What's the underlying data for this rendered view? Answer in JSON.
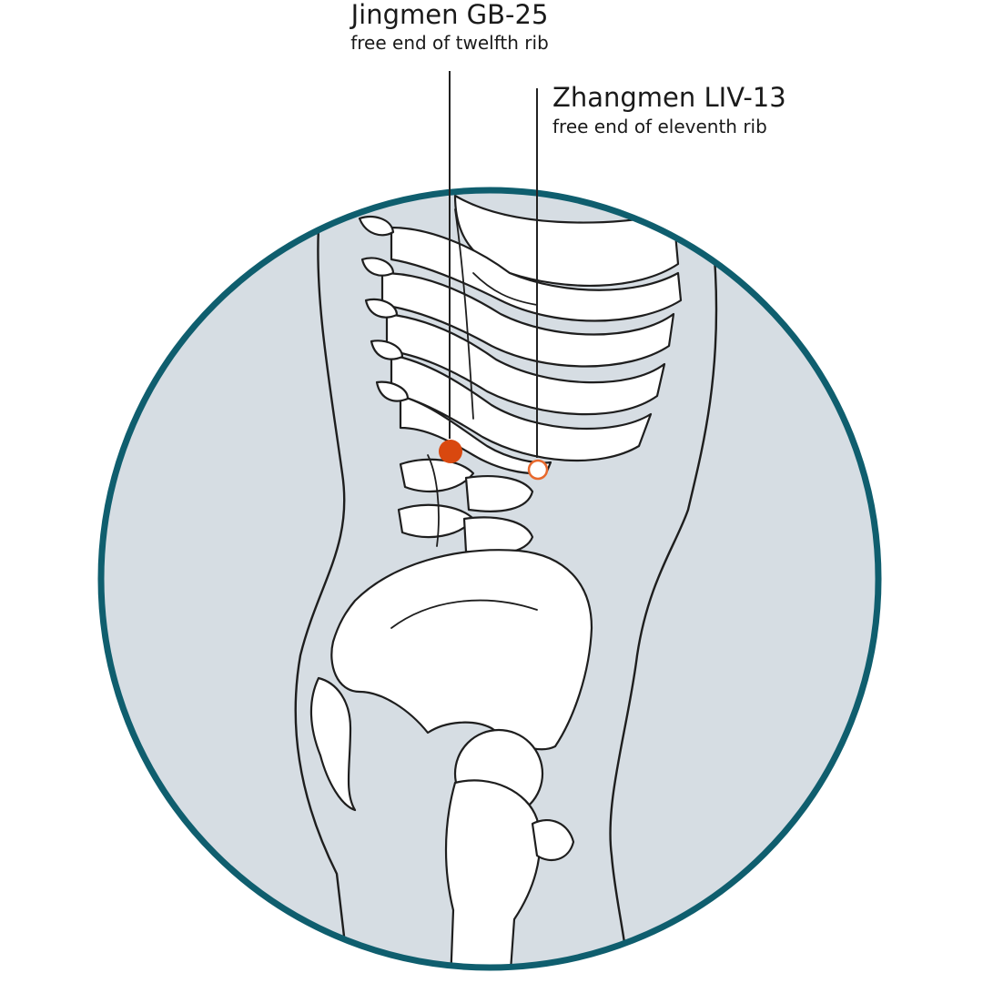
{
  "points": [
    {
      "name": "Jingmen GB-25",
      "location": "free end of twelfth rib",
      "marker": "filled",
      "color": "#d9480f"
    },
    {
      "name": "Zhangmen LIV-13",
      "location": "free end of eleventh rib",
      "marker": "hollow",
      "color": "#e8692d"
    }
  ],
  "colors": {
    "frame_ring": "#0f5e6e",
    "background_fill": "#d6dde3",
    "body_fill": "#ffffff",
    "outline": "#1e1e1e"
  }
}
